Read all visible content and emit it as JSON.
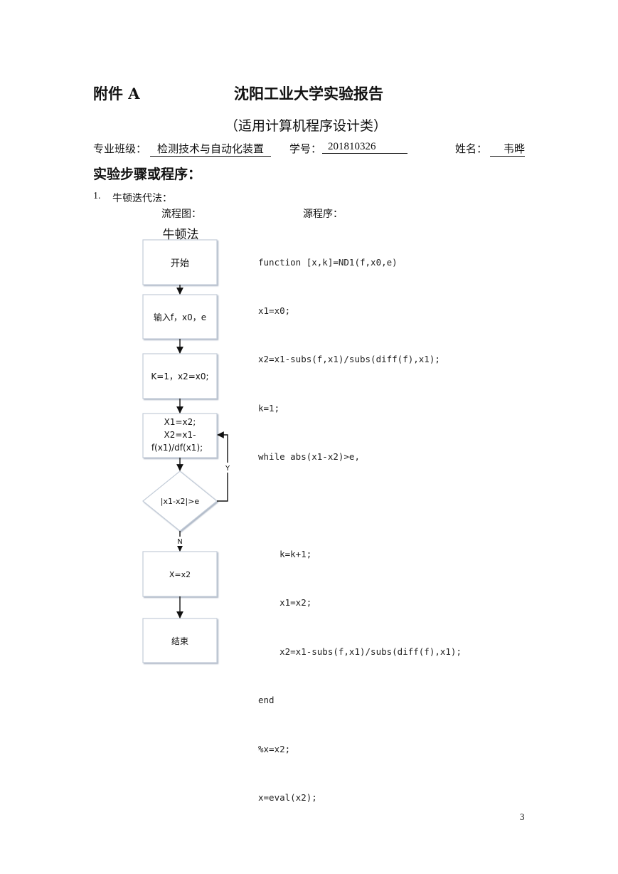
{
  "header": {
    "appendix": "附件 A",
    "title": "沈阳工业大学实验报告",
    "subtitle": "（适用计算机程序设计类）"
  },
  "info": {
    "major_label": "专业班级：",
    "major_value": "检测技术与自动化装置",
    "id_label": "学号：",
    "id_value": "201810326",
    "name_label": "姓名：",
    "name_value": "韦晔"
  },
  "section": {
    "heading": "实验步骤或程序：",
    "item_number": "1.",
    "item_title": "牛顿迭代法：",
    "flow_label": "流程图：",
    "code_label": "源程序："
  },
  "flowchart": {
    "title": "牛顿法",
    "start": "开始",
    "input": "输入f，x0，e",
    "init": "K=1，x2=x0;",
    "update_line1": "X1=x2;",
    "update_line2": "X2=x1-",
    "update_line3": "f(x1)/df(x1);",
    "condition": "|x1-x2|>e",
    "yes": "Y",
    "no": "N",
    "result": "X=x2",
    "end": "结束"
  },
  "code": [
    "function [x,k]=ND1(f,x0,e)",
    "x1=x0;",
    "x2=x1-subs(f,x1)/subs(diff(f),x1);",
    "k=1;",
    "while abs(x1-x2)>e,",
    "",
    "    k=k+1;",
    "    x1=x2;",
    "    x2=x1-subs(f,x1)/subs(diff(f),x1);",
    "end",
    "%x=x2;",
    "x=eval(x2);"
  ],
  "footer": {
    "page_number": "3"
  }
}
